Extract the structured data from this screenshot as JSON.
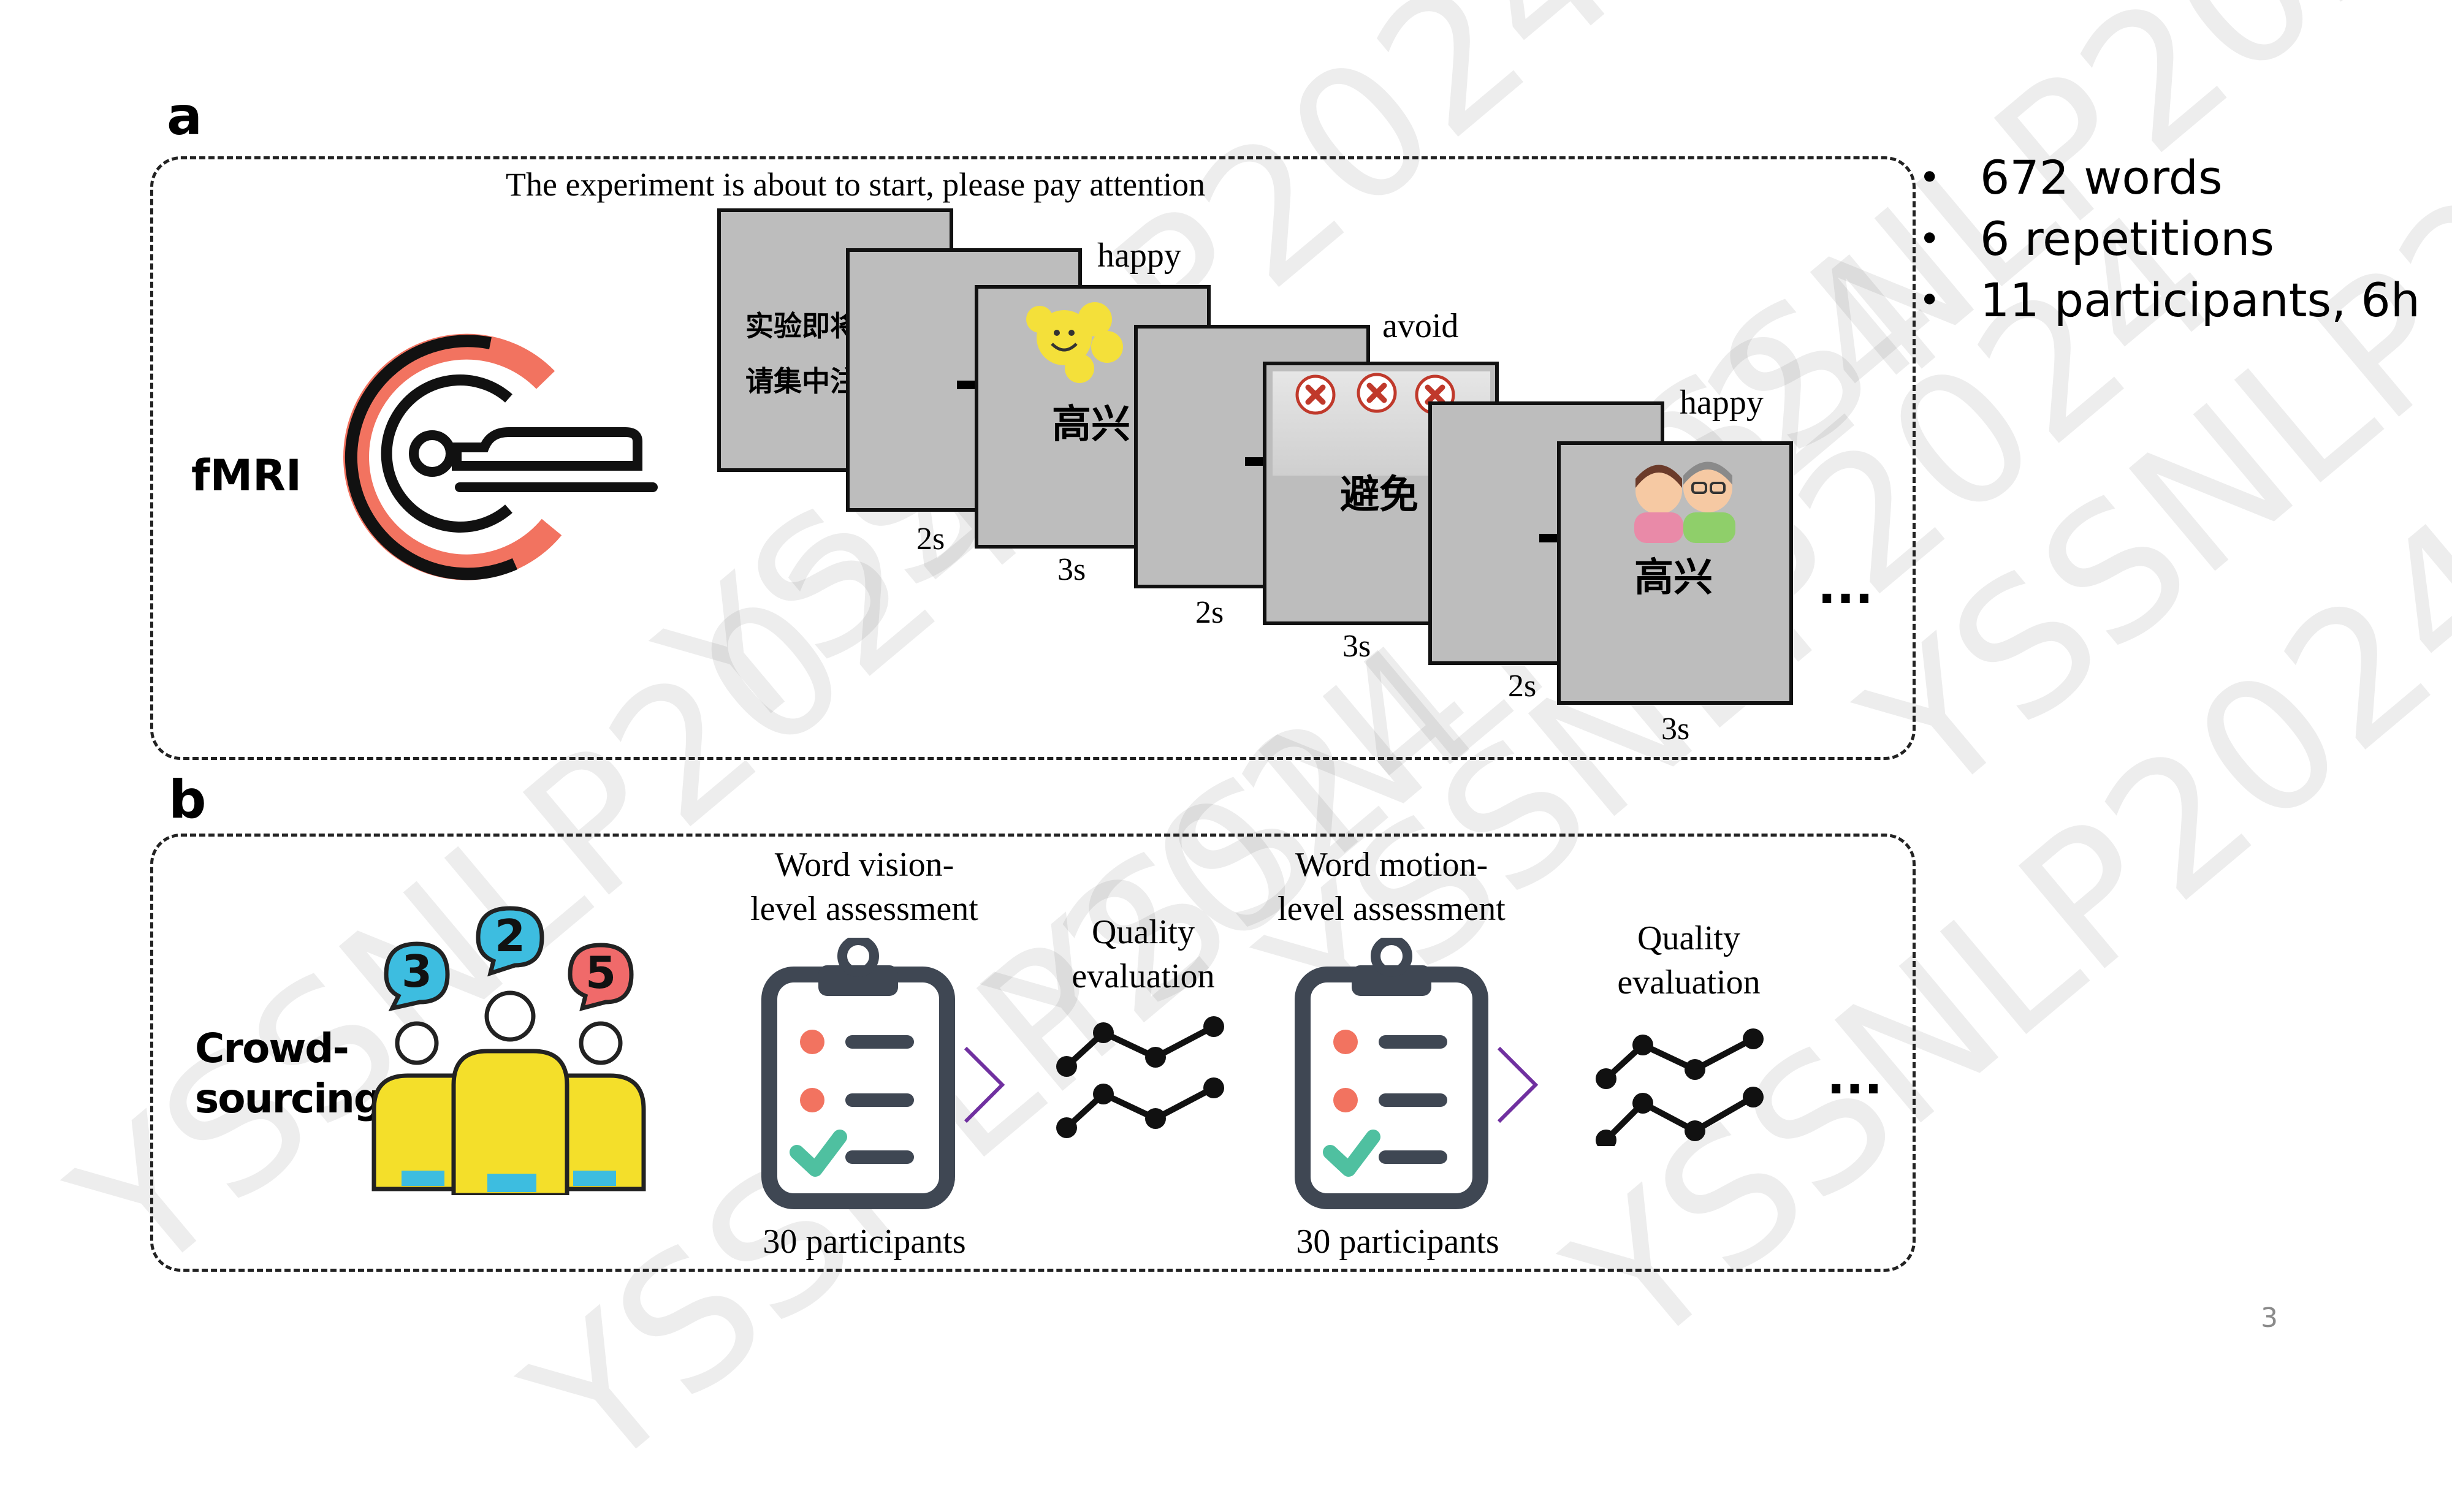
{
  "panel_a": {
    "label": "a",
    "method": "fMRI",
    "intro": "The experiment is about to start, please pay attention",
    "intro_cn_1": "实验即将开始，",
    "intro_cn_2": "请集中注意力",
    "words": [
      {
        "en": "happy",
        "cn": "高兴"
      },
      {
        "en": "avoid",
        "cn": "避免"
      },
      {
        "en": "happy",
        "cn": "高兴"
      }
    ],
    "durations": [
      "2s",
      "3s",
      "2s",
      "3s",
      "2s",
      "3s"
    ],
    "ellipsis": "...",
    "stats": [
      "672 words",
      "6 repetitions",
      "11 participants, 6h"
    ],
    "bullet": "•"
  },
  "panel_b": {
    "label": "b",
    "method_line1": "Crowd-",
    "method_line2": "sourcing",
    "badges": [
      "3",
      "2",
      "5"
    ],
    "steps": [
      {
        "title_1": "Word vision-",
        "title_2": "level assessment",
        "participants": "30 participants"
      },
      {
        "title_1": "Word motion-",
        "title_2": "level assessment",
        "participants": "30 participants"
      }
    ],
    "quality_1": "Quality",
    "quality_2": "evaluation",
    "ellipsis": "..."
  },
  "watermark": "YSSNLP2024",
  "page_number": "3",
  "colors": {
    "accent": "#f27360",
    "screen": "#bdbdbd",
    "check": "#4fc0a0",
    "badge_blue": "#3dbde0",
    "badge_red": "#f06a6a",
    "shirt": "#f4df2a",
    "arrow": "#7030a0"
  }
}
